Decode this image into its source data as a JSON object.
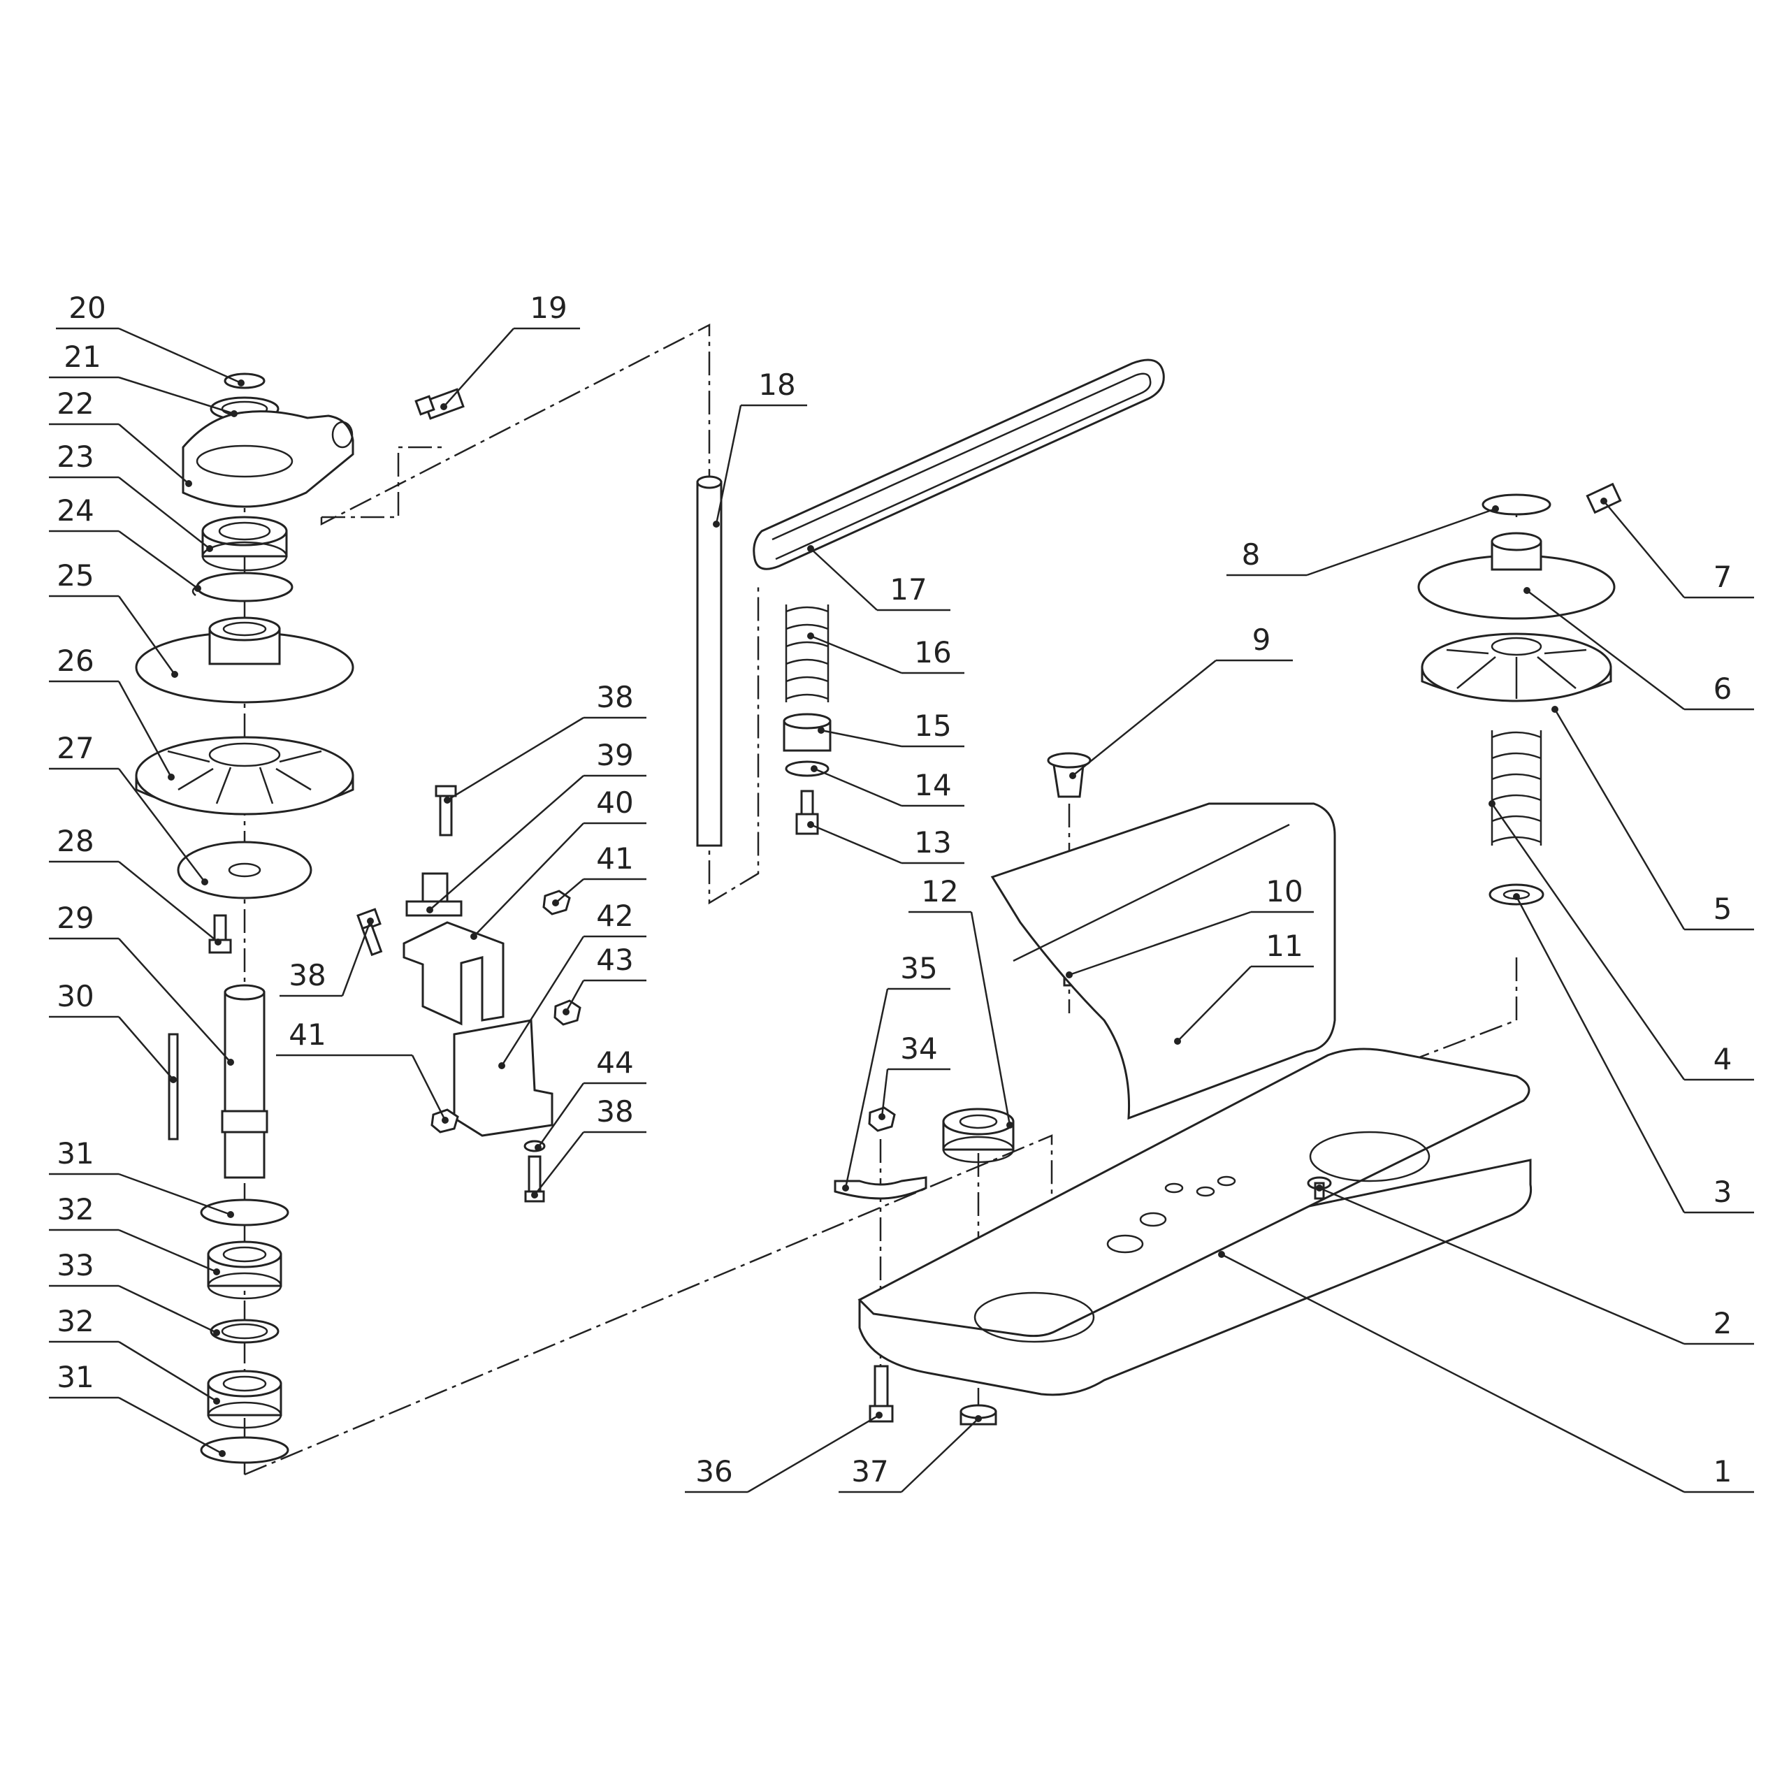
{
  "callouts": [
    "1",
    "2",
    "3",
    "4",
    "5",
    "6",
    "7",
    "8",
    "9",
    "10",
    "11",
    "12",
    "13",
    "14",
    "15",
    "16",
    "17",
    "18",
    "19",
    "20",
    "21",
    "22",
    "23",
    "24",
    "25",
    "26",
    "27",
    "28",
    "29",
    "30",
    "31",
    "31",
    "32",
    "32",
    "33",
    "34",
    "35",
    "36",
    "37",
    "38",
    "38",
    "38",
    "39",
    "40",
    "41",
    "41",
    "42",
    "43",
    "44"
  ],
  "colors": {
    "ink": "#222222",
    "paper": "#ffffff"
  }
}
